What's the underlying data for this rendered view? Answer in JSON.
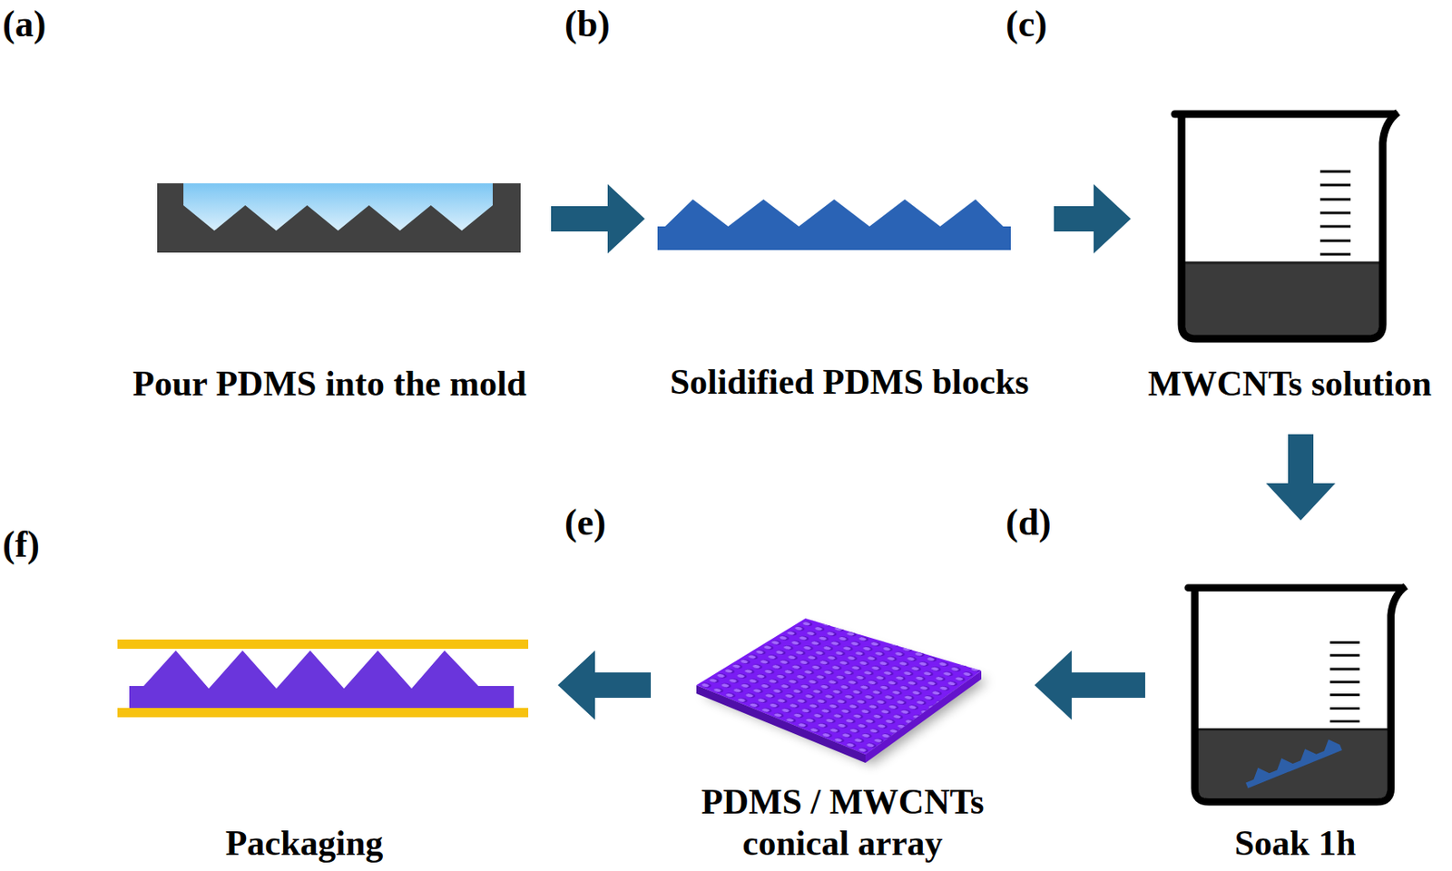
{
  "diagram": {
    "nodes": [
      {
        "text": [
          "Pour PDMS into the mold"
        ]
      },
      {
        "text": [
          "Solidified PDMS blocks"
        ]
      },
      {
        "text": [
          "MWCNTs solution"
        ]
      },
      {
        "text": [
          "Soak 1h"
        ]
      },
      {
        "text": [
          "PDMS / MWCNTs conical array"
        ]
      },
      {
        "text": [
          "Packaging"
        ]
      }
    ],
    "edges": [
      {
        "from": 0,
        "to": 1,
        "arrow": "to"
      },
      {
        "from": 1,
        "to": 2,
        "arrow": "to"
      },
      {
        "from": 2,
        "to": 3,
        "arrow": "to"
      },
      {
        "from": 3,
        "to": 4,
        "arrow": "to"
      },
      {
        "from": 4,
        "to": 5,
        "arrow": "to"
      }
    ],
    "labels": [
      "(a)",
      "(b)",
      "(c)",
      "(d)",
      "(e)",
      "(f)"
    ]
  }
}
